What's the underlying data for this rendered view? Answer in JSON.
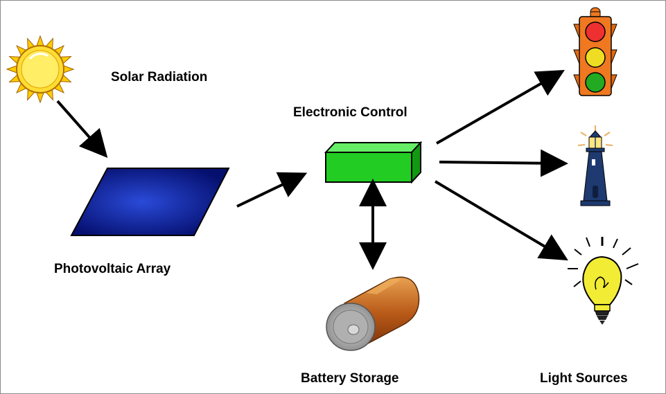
{
  "labels": {
    "solar_radiation": "Solar Radiation",
    "electronic_control": "Electronic Control",
    "photovoltaic_array": "Photovoltaic Array",
    "battery_storage": "Battery Storage",
    "light_sources": "Light Sources"
  },
  "icons": {
    "sun": "sun-icon",
    "panel": "solar-panel-icon",
    "controller": "controller-box-icon",
    "battery": "battery-icon",
    "traffic_light": "traffic-light-icon",
    "lighthouse": "lighthouse-icon",
    "bulb": "light-bulb-icon"
  },
  "colors": {
    "sun": "#ffd21a",
    "panel": "#0a1a9e",
    "controller": "#22cc22",
    "battery_body": "#b8641a",
    "traffic_housing": "#f07820",
    "lighthouse": "#1e3a70",
    "bulb": "#f2ec35",
    "arrow": "#000000",
    "border": "#8a8a8a"
  }
}
